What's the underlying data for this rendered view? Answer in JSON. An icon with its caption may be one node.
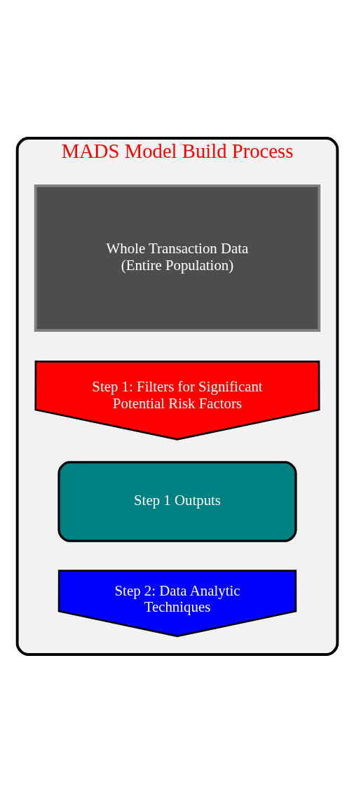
{
  "diagram": {
    "nodes": [
      {
        "text": [
          "MADS Model Build Process"
        ]
      },
      {
        "text": [
          "Whole Transaction Data (Entire Population)"
        ],
        "in": 0
      },
      {
        "text": [
          "Step 1: Filters for Significant Potential Risk Factors"
        ],
        "in": 0
      },
      {
        "text": [
          "Step 1 Outputs"
        ],
        "in": 0
      },
      {
        "text": [
          "Step 2: Data Analytic Techniques"
        ],
        "in": 0
      }
    ],
    "edges": []
  }
}
